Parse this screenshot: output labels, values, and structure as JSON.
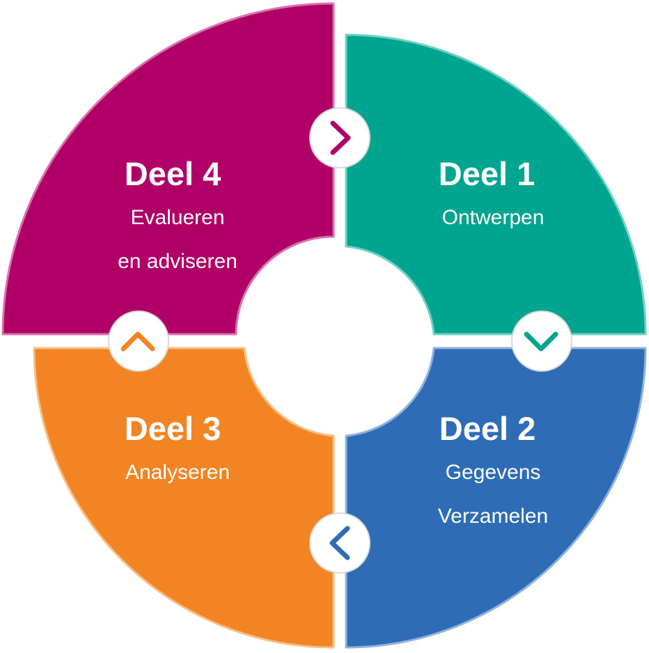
{
  "diagram": {
    "segments": [
      {
        "title": "Deel 1",
        "lines": [
          "Ontwerpen"
        ],
        "color": "#00a58f",
        "edge": "#6ed1c2"
      },
      {
        "title": "Deel 2",
        "lines": [
          "Gegevens",
          "Verzamelen"
        ],
        "color": "#2e6db6",
        "edge": "#8fb3de"
      },
      {
        "title": "Deel 3",
        "lines": [
          "Analyseren"
        ],
        "color": "#f28423",
        "edge": "#f8bf85"
      },
      {
        "title": "Deel 4",
        "lines": [
          "Evalueren",
          "en adviseren"
        ],
        "color": "#b00068",
        "edge": "#d873ae"
      }
    ],
    "connectors": [
      {
        "icon": "chevron-right-icon",
        "color": "#b00068"
      },
      {
        "icon": "chevron-down-icon",
        "color": "#00a58f"
      },
      {
        "icon": "chevron-left-icon",
        "color": "#2e6db6"
      },
      {
        "icon": "chevron-up-icon",
        "color": "#f28423"
      }
    ]
  }
}
